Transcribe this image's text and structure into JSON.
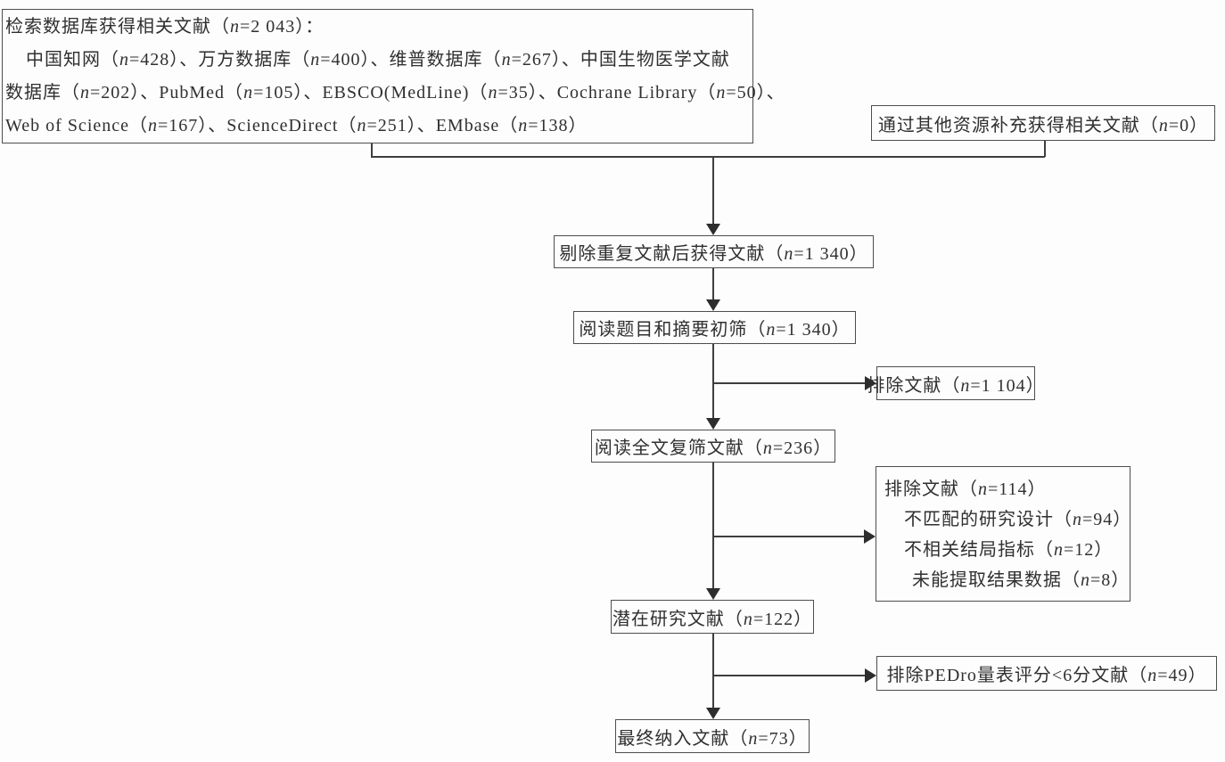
{
  "colors": {
    "background": "#fdfdfd",
    "box_border": "#4e4e4e",
    "connector_line": "#3e3e3e",
    "arrowhead": "#2d2d2d",
    "text": "#303030"
  },
  "flowchart": {
    "database_search": {
      "lines": [
        "检索数据库获得相关文献（n=2 043）：",
        "中国知网（n=428）、万方数据库（n=400）、维普数据库（n=267）、中国生物医学文献",
        "数据库（n=202）、PubMed（n=105）、EBSCO(MedLine)（n=35）、Cochrane Library（n=50）、",
        "Web of Science（n=167）、ScienceDirect（n=251）、EMbase（n=138）"
      ]
    },
    "other_sources": {
      "label": "通过其他资源补充获得相关文献（n=0）"
    },
    "deduplicated": {
      "label": "剔除重复文献后获得文献（n=1 340）"
    },
    "title_abstract_screen": {
      "label": "阅读题目和摘要初筛（n=1 340）"
    },
    "excluded_initial": {
      "label": "排除文献（n=1 104）"
    },
    "full_text_review": {
      "label": "阅读全文复筛文献（n=236）"
    },
    "excluded_full_text": {
      "lines": [
        "排除文献（n=114）",
        "不匹配的研究设计（n=94）",
        "不相关结局指标（n=12）",
        "未能提取结果数据（n=8）"
      ]
    },
    "potential_studies": {
      "label": "潜在研究文献（n=122）"
    },
    "excluded_pedro": {
      "label": "排除PEDro量表评分<6分文献（n=49）"
    },
    "final_included": {
      "label": "最终纳入文献（n=73）"
    }
  }
}
